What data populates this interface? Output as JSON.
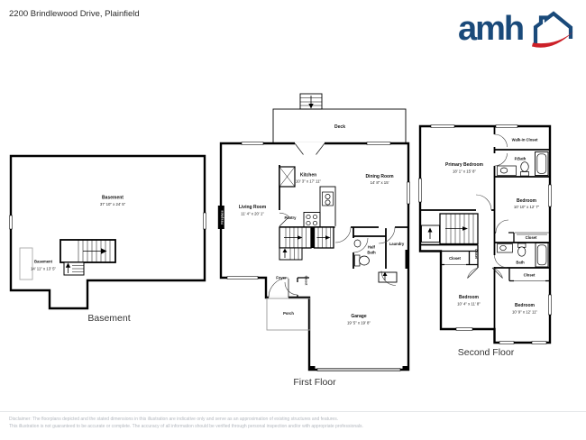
{
  "header": {
    "address": "2200 Brindlewood Drive, Plainfield"
  },
  "logo": {
    "text": "amh"
  },
  "colors": {
    "brand_blue": "#1a4a7a",
    "brand_red": "#cc2028"
  },
  "floors": {
    "basement": {
      "caption": "Basement",
      "main_room": {
        "name": "Basement",
        "dims": "37' 10\" x 24' 5\""
      },
      "small_room": {
        "name": "Basement",
        "dims": "14' 11\" x 13' 5\""
      }
    },
    "first": {
      "caption": "First Floor",
      "deck": "Deck",
      "kitchen": {
        "name": "Kitchen",
        "dims": "10' 3\" x 17' 11\""
      },
      "dining": {
        "name": "Dining Room",
        "dims": "14' 8\" x 15'"
      },
      "living": {
        "name": "Living Room",
        "dims": "11' 4\" x 20' 1\""
      },
      "pantry": "Pantry",
      "fireplace": "Fireplace",
      "half_bath": {
        "line1": "Half",
        "line2": "Bath"
      },
      "laundry": "Laundry",
      "foyer": "Foyer",
      "closet": "Closet",
      "porch": "Porch",
      "garage": {
        "name": "Garage",
        "dims": "19' 5\" x 19' 8\""
      }
    },
    "second": {
      "caption": "Second Floor",
      "walk_in_closet": "Walk-In Closet",
      "primary_bath": "P.Bath",
      "primary_bedroom": {
        "name": "Primary Bedroom",
        "dims": "18' 1\" x 15' 8\""
      },
      "bedroom_upper": {
        "name": "Bedroom",
        "dims": "10' 10\" x 12' 7\""
      },
      "bath": "Bath",
      "closet_hall": "Closet",
      "closet_hall2": "Closet",
      "closet_upper": "Closet",
      "closet_lower": "Closet",
      "bedroom_left": {
        "name": "Bedroom",
        "dims": "10' 4\" x 11' 8\""
      },
      "bedroom_right": {
        "name": "Bedroom",
        "dims": "10' 9\" x 12' 11\""
      }
    }
  },
  "footer": {
    "line1": "Disclaimer: The floorplans depicted and the stated dimensions in this illustration are indicative only and serve as an approximation of existing structures and features.",
    "line2": "This illustration is not guaranteed to be accurate or complete. The accuracy of all information should be verified through personal inspection and/or with appropriate professionals."
  }
}
